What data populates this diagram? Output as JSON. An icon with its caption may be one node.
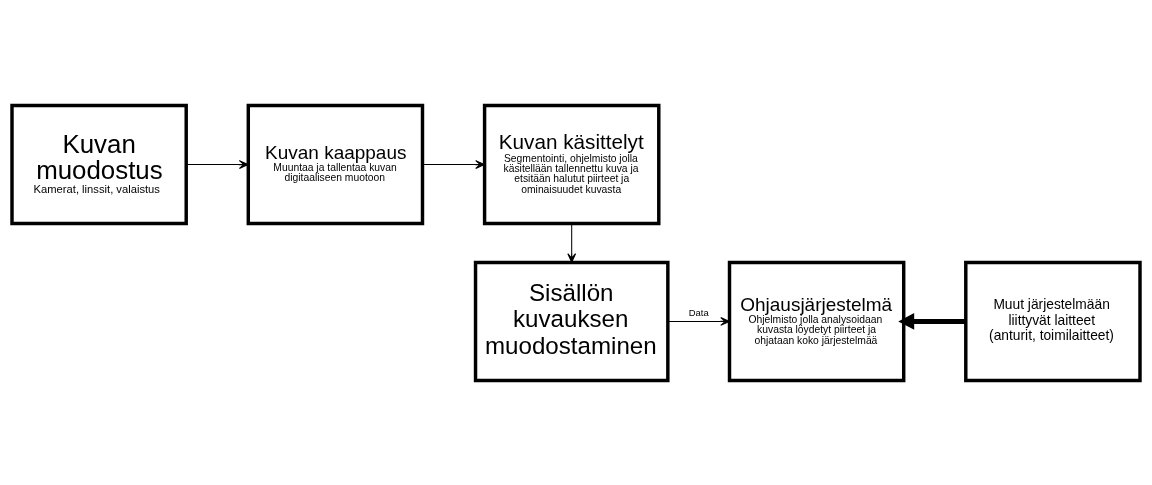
{
  "diagram": {
    "nodes": [
      {
        "text": [
          "Kuvan muodostus",
          "Kamerat, linssit, valaistus"
        ]
      },
      {
        "text": [
          "Kuvan kaappaus",
          "Muuntaa ja tallentaa kuvan digitaaliseen muotoon"
        ]
      },
      {
        "text": [
          "Kuvan käsittelyt",
          "Segmentointi, ohjelmisto jolla käsitellään tallennettu kuva ja etsitään halutut piirteet ja ominaisuudet kuvasta"
        ]
      },
      {
        "text": [
          "Sisällön kuvauksen muodostaminen"
        ]
      },
      {
        "text": [
          "Ohjausjärjestelmä",
          "Ohjelmisto jolla analysoidaan kuvasta löydetyt piirteet ja ohjataan koko järjestelmää"
        ]
      },
      {
        "text": [
          "Muut järjestelmään liittyvät laitteet (anturit, toimilaitteet)"
        ]
      }
    ],
    "edges": [
      {
        "from": 0,
        "to": 1,
        "arrow": "to"
      },
      {
        "from": 1,
        "to": 2,
        "arrow": "to"
      },
      {
        "from": 2,
        "to": 3,
        "arrow": "to"
      },
      {
        "from": 3,
        "to": 4,
        "arrow": "to",
        "label": "Data"
      },
      {
        "from": 5,
        "to": 4,
        "arrow": "to",
        "style": "thick"
      }
    ]
  }
}
